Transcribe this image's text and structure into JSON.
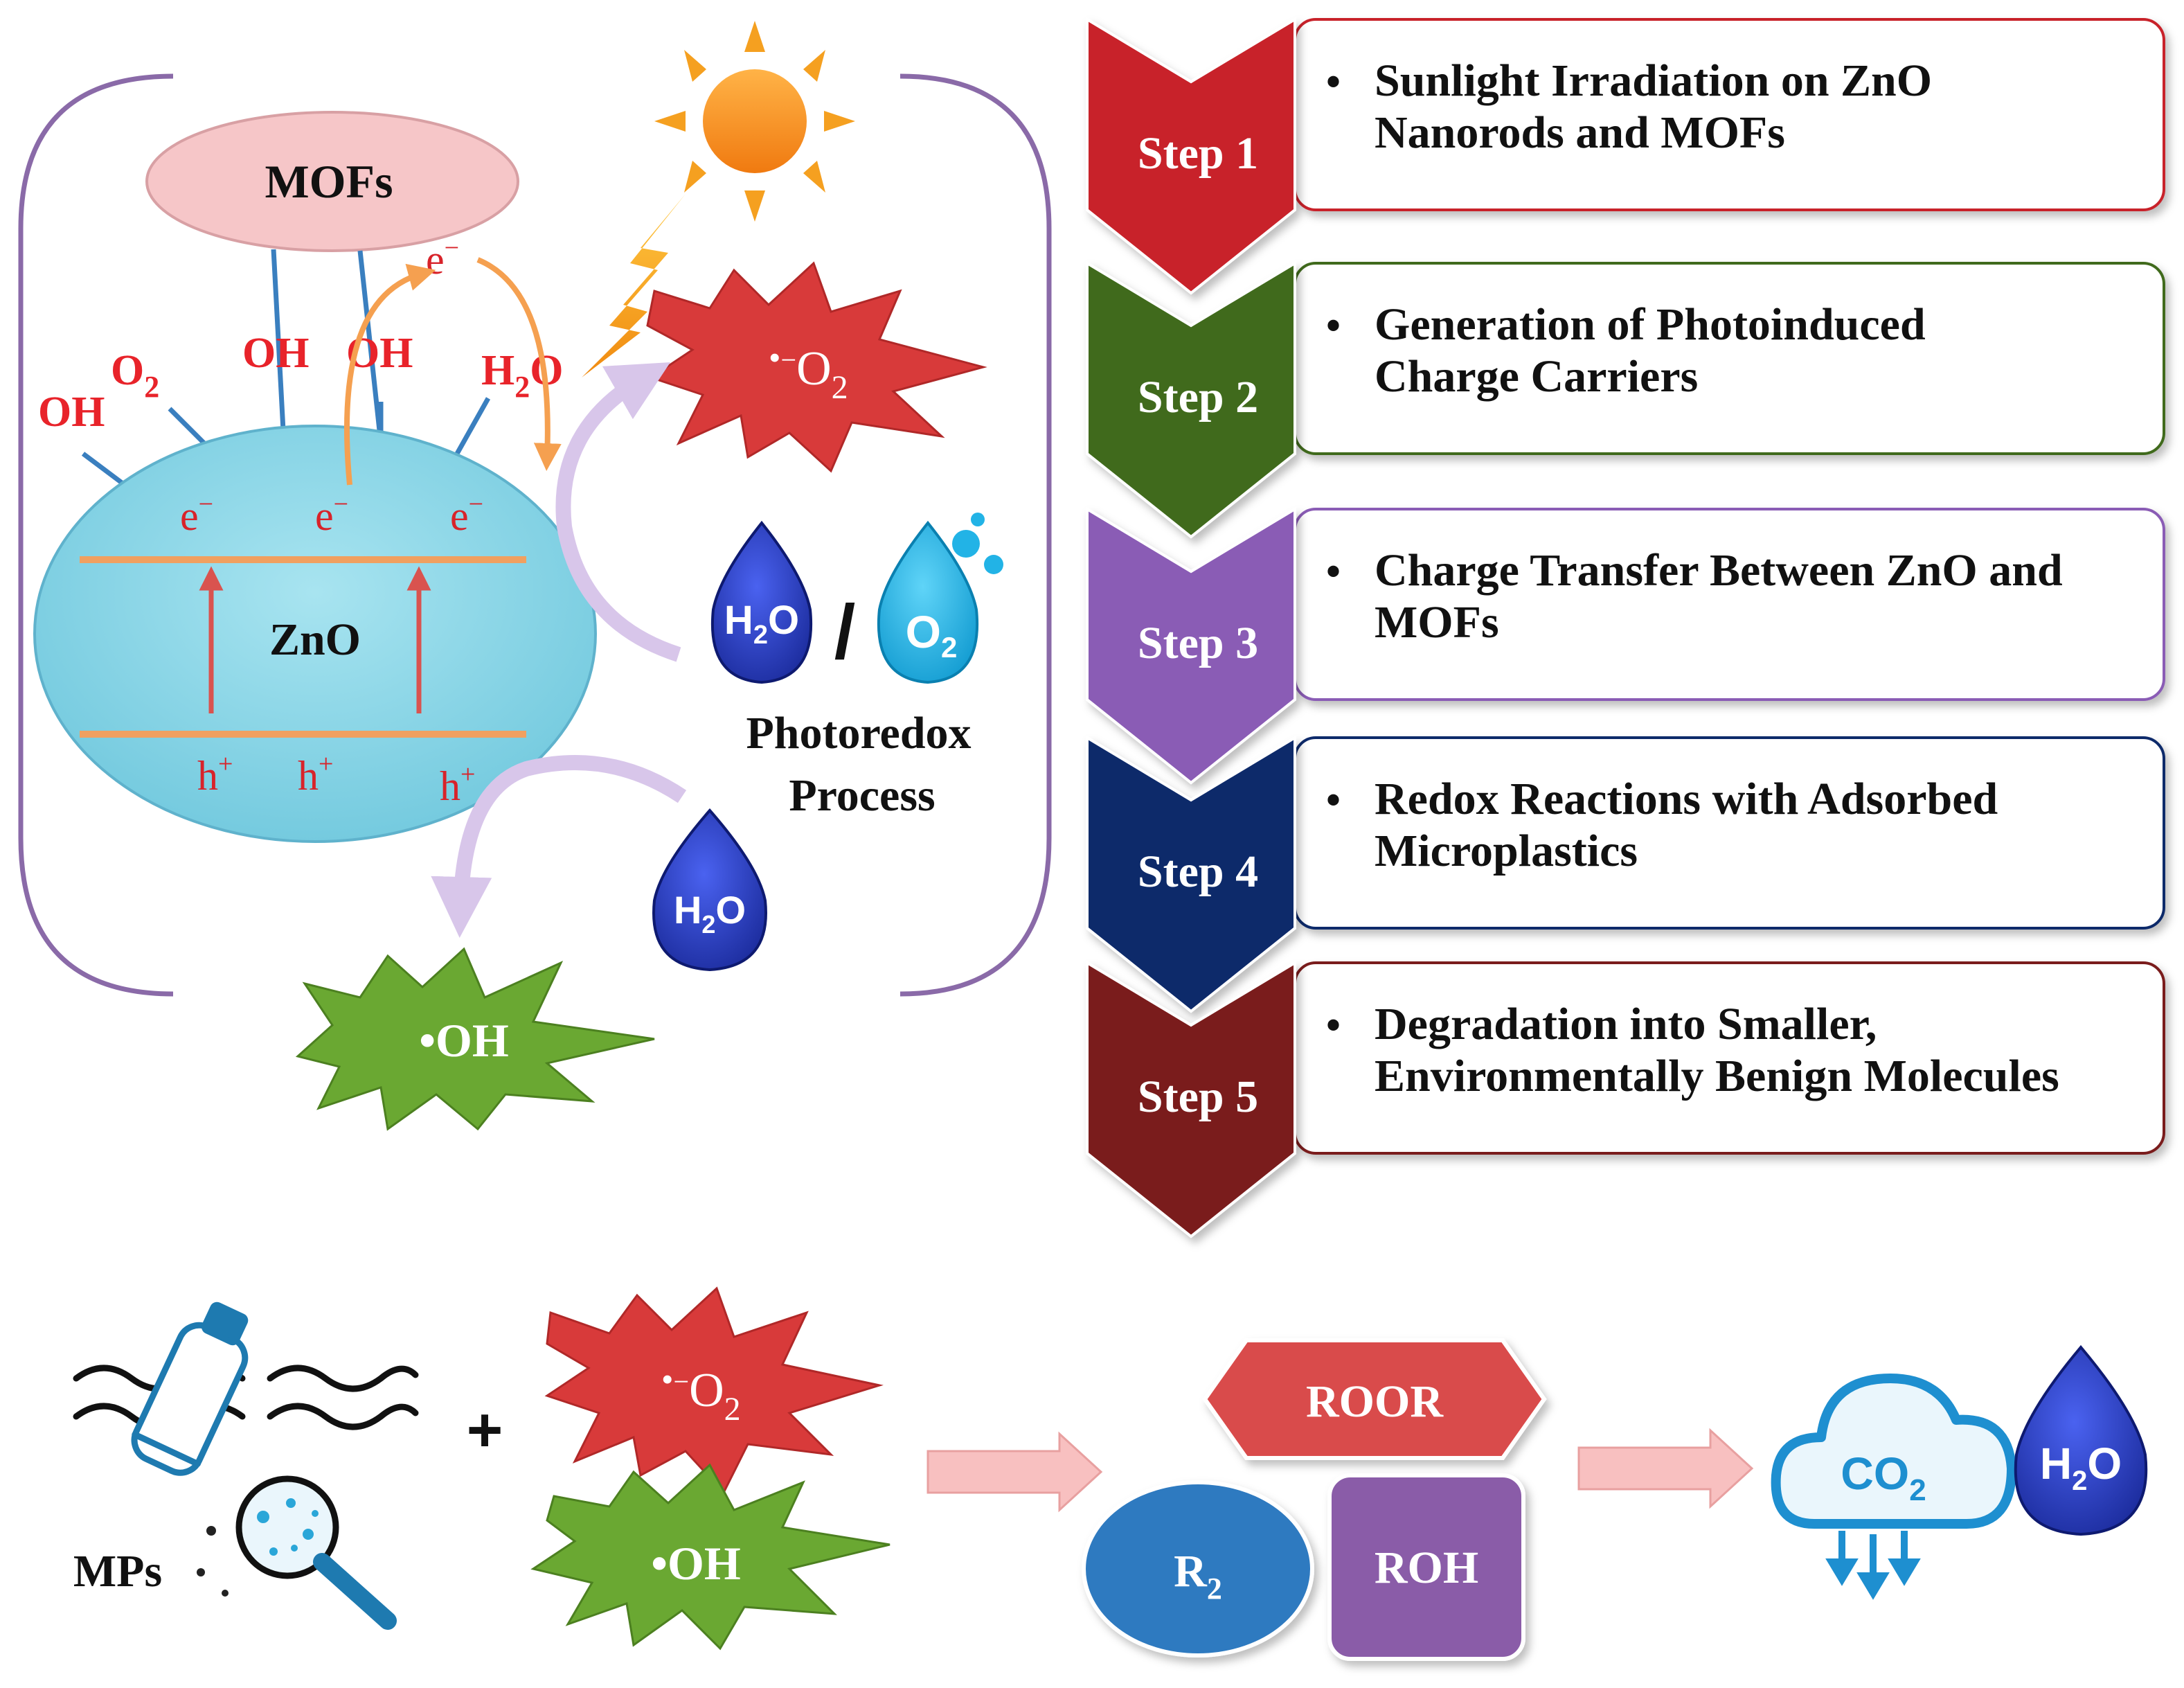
{
  "mechanism": {
    "mofs_label": "MOFs",
    "zno_label": "ZnO",
    "oh_labels": [
      "OH",
      "OH",
      "OH"
    ],
    "o2_label": "O",
    "o2_sub": "2",
    "h2o_label": "H",
    "h2o_sub": "2",
    "h2o_tail": "O",
    "electron_label": "e",
    "electron_sup": "−",
    "hole_label": "h",
    "hole_sup": "+",
    "superoxide_dot": "•",
    "superoxide_sup": "−",
    "superoxide_label": "O",
    "superoxide_sub": "2",
    "hydroxyl_label": "•OH",
    "drop_h2o_main": "H",
    "drop_h2o_sub": "2",
    "drop_h2o_tail": "O",
    "drop_o2_main": "O",
    "drop_o2_sub": "2",
    "slash": "/",
    "photoredox_line1": "Photoredox",
    "photoredox_line2": "Process"
  },
  "steps": [
    {
      "label": "Step 1",
      "line1": "Sunlight Irradiation on ZnO",
      "line2": "Nanorods and MOFs",
      "color": "#c8202a"
    },
    {
      "label": "Step 2",
      "line1": "Generation of Photoinduced",
      "line2": "Charge Carriers",
      "color": "#3f6b1c"
    },
    {
      "label": "Step 3",
      "line1": "Charge Transfer Between ZnO  and",
      "line2": "MOFs",
      "color": "#8a5bb5"
    },
    {
      "label": "Step 4",
      "line1": "Redox Reactions with Adsorbed",
      "line2": "Microplastics",
      "color": "#0f2a6b"
    },
    {
      "label": "Step 5",
      "line1": "Degradation into Smaller,",
      "line2": "Environmentally Benign Molecules",
      "color": "#7a1d1d"
    }
  ],
  "step_bullet": "•",
  "reaction": {
    "mps_label": "MPs",
    "plus": "+",
    "roor_label": "ROOR",
    "r2_main": "R",
    "r2_sub": "2",
    "roh_label": "ROH",
    "co2_main": "CO",
    "co2_sub": "2"
  },
  "colors": {
    "zno_fill": "#8fd6e8",
    "mofs_fill": "#f6c6c8",
    "band_orange": "#f0a060",
    "red_label": "#e8232a",
    "blue_drop": "#2a3fd0",
    "cyan_drop": "#22b3e6",
    "star_red": "#d83a3a",
    "star_green": "#6aa832",
    "roor_fill": "#d94b4b",
    "r2_fill": "#2f7ac0",
    "roh_fill": "#8a5ba8"
  }
}
